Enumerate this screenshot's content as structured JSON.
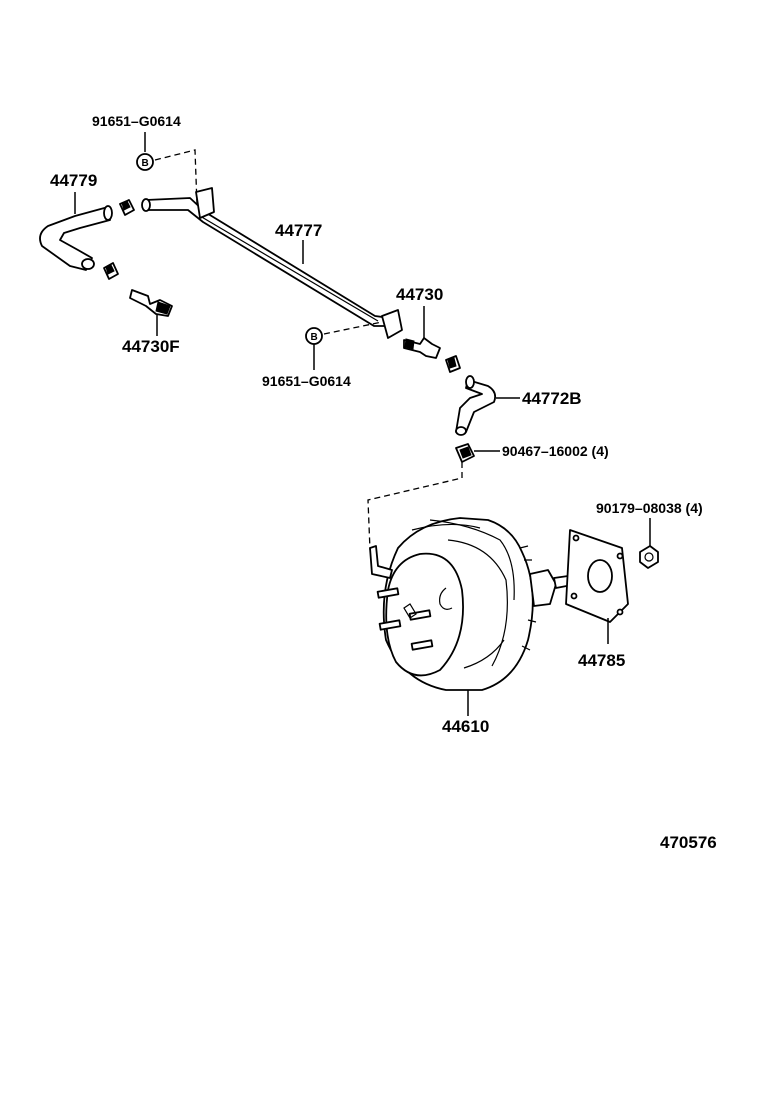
{
  "diagram": {
    "labels": {
      "clip_top": "91651–G0614",
      "hose_left": "44779",
      "tube": "44777",
      "valve_left": "44730F",
      "clip_bottom": "91651–G0614",
      "valve_right": "44730",
      "hose_right": "44772B",
      "clip_clamp": "90467–16002 (4)",
      "nut": "90179–08038 (4)",
      "gasket": "44785",
      "booster": "44610",
      "drawing_number": "470576"
    },
    "callout_letter": "B"
  }
}
